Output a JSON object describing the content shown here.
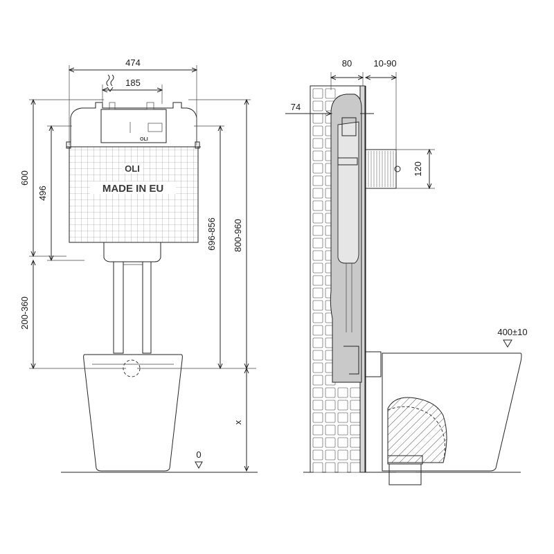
{
  "front_view": {
    "width_label": "474",
    "outlet_spacing_label": "185",
    "frame_height_label": "600",
    "cistern_height_label": "496",
    "cistern_brand": "OLI",
    "cistern_origin": "MADE IN EU",
    "panel_brand": "OLI",
    "outlet_height_label": "200-360",
    "button_height_label": "696-856",
    "total_height_label": "800-960",
    "floor_height_label": "x",
    "floor_level_label": "0"
  },
  "side_view": {
    "depth_label": "80",
    "offset_label": "10-90",
    "cistern_depth_label": "74",
    "pipe_height_label": "120",
    "pan_axis_label": "400±10"
  },
  "colors": {
    "line": "#222222",
    "cistern_fill": "#c9c9c9",
    "tile_grout": "#999999"
  }
}
